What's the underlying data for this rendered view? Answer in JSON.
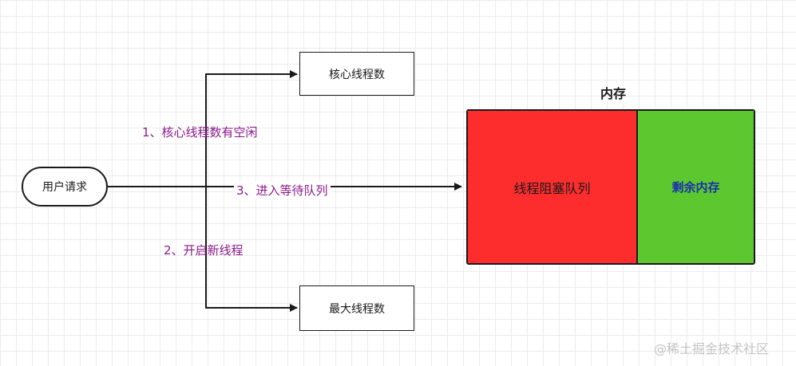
{
  "diagram": {
    "start_node": "用户请求",
    "core_threads_node": "核心线程数",
    "max_threads_node": "最大线程数",
    "edge_labels": {
      "core_idle": "1、核心线程数有空闲",
      "open_new_thread": "2、开启新线程",
      "enter_queue": "3、进入等待队列"
    },
    "memory": {
      "title": "内存",
      "queue_block": "线程阻塞队列",
      "remaining_block": "剩余内存"
    }
  },
  "colors": {
    "queue_fill": "#fe2d2d",
    "remaining_fill": "#5cc72e",
    "remaining_text": "#1a2fb0",
    "edge_label_text": "#8b1a8b"
  },
  "watermark": "@稀土掘金技术社区"
}
